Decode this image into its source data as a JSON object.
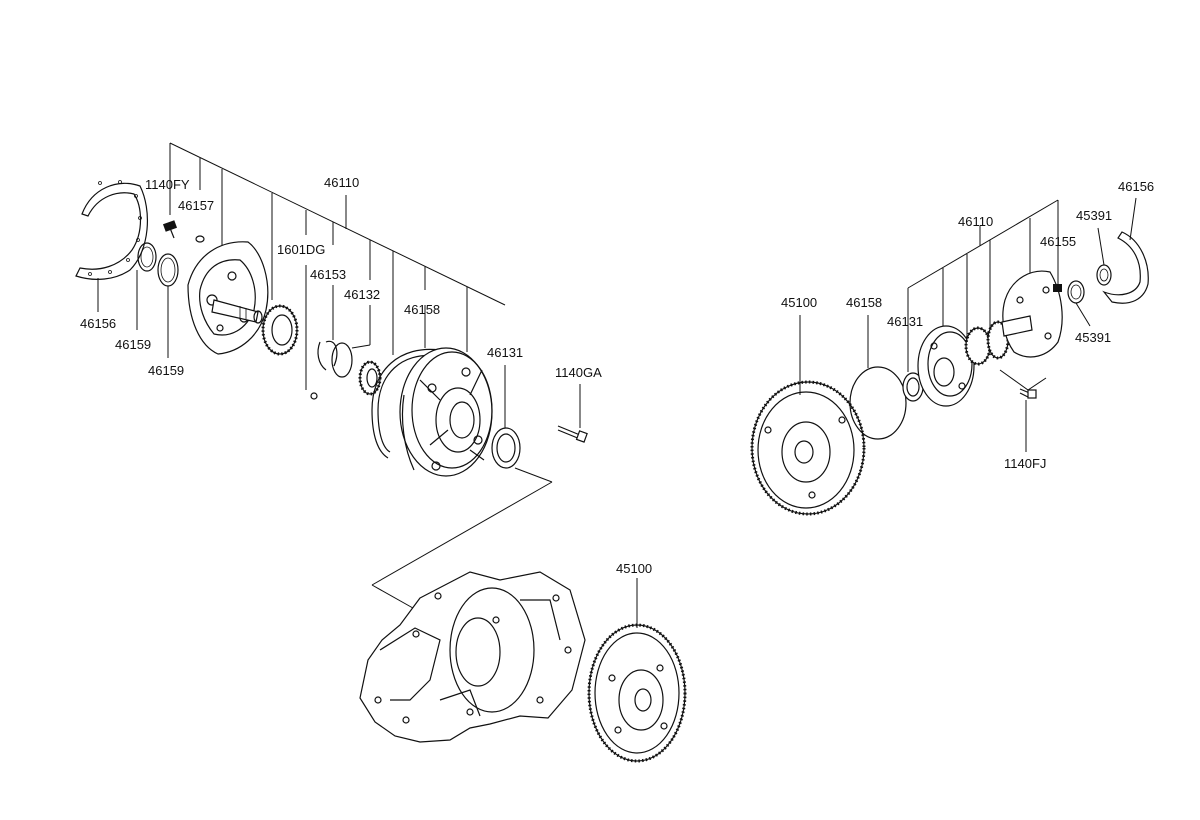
{
  "labels": {
    "l_1140FY": "1140FY",
    "l_46157": "46157",
    "l_46156_left": "46156",
    "l_46159_a": "46159",
    "l_46159_b": "46159",
    "l_46110_left": "46110",
    "l_1601DG": "1601DG",
    "l_46153": "46153",
    "l_46132": "46132",
    "l_46158_left": "46158",
    "l_46131_left": "46131",
    "l_1140GA": "1140GA",
    "l_45100_bottom": "45100",
    "l_46156_right": "46156",
    "l_45391_a": "45391",
    "l_46110_right": "46110",
    "l_46155": "46155",
    "l_45100_right": "45100",
    "l_46158_right": "46158",
    "l_46131_right": "46131",
    "l_45391_b": "45391",
    "l_1140FJ": "1140FJ"
  }
}
